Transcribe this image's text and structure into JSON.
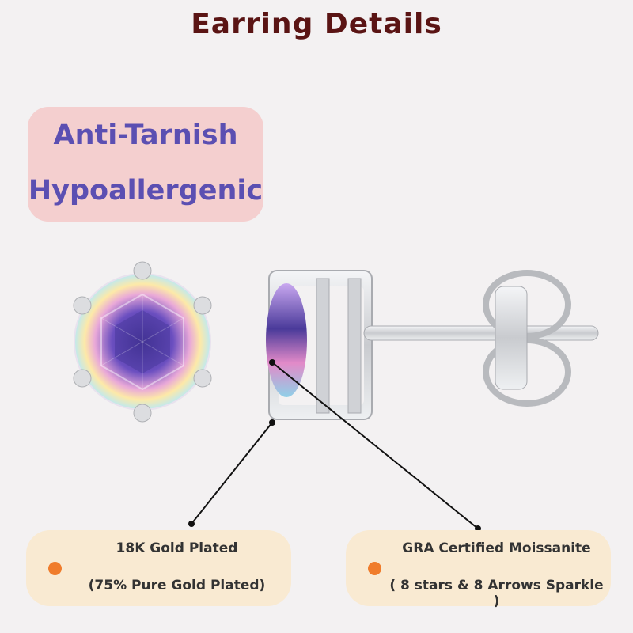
{
  "title": "Earring Details",
  "features": [
    "Anti-Tarnish",
    "Hypoallergenic"
  ],
  "details": [
    {
      "name": "18K Gold Plated",
      "note": "(75% Pure Gold Plated)"
    },
    {
      "name": "GRA Certified Moissanite",
      "note": "( 8 stars & 8 Arrows Sparkle )"
    }
  ],
  "colors": {
    "title": "#5a1414",
    "feature_text": "#5b4fb2",
    "feature_bg": "#f4cfcf",
    "detail_bg": "#f9ead2",
    "bullet": "#f07c2b",
    "metal": "#dcdde0"
  },
  "icons": [
    "round-moissanite-top-view",
    "stud-earring-side-view",
    "earring-back-butterfly"
  ]
}
